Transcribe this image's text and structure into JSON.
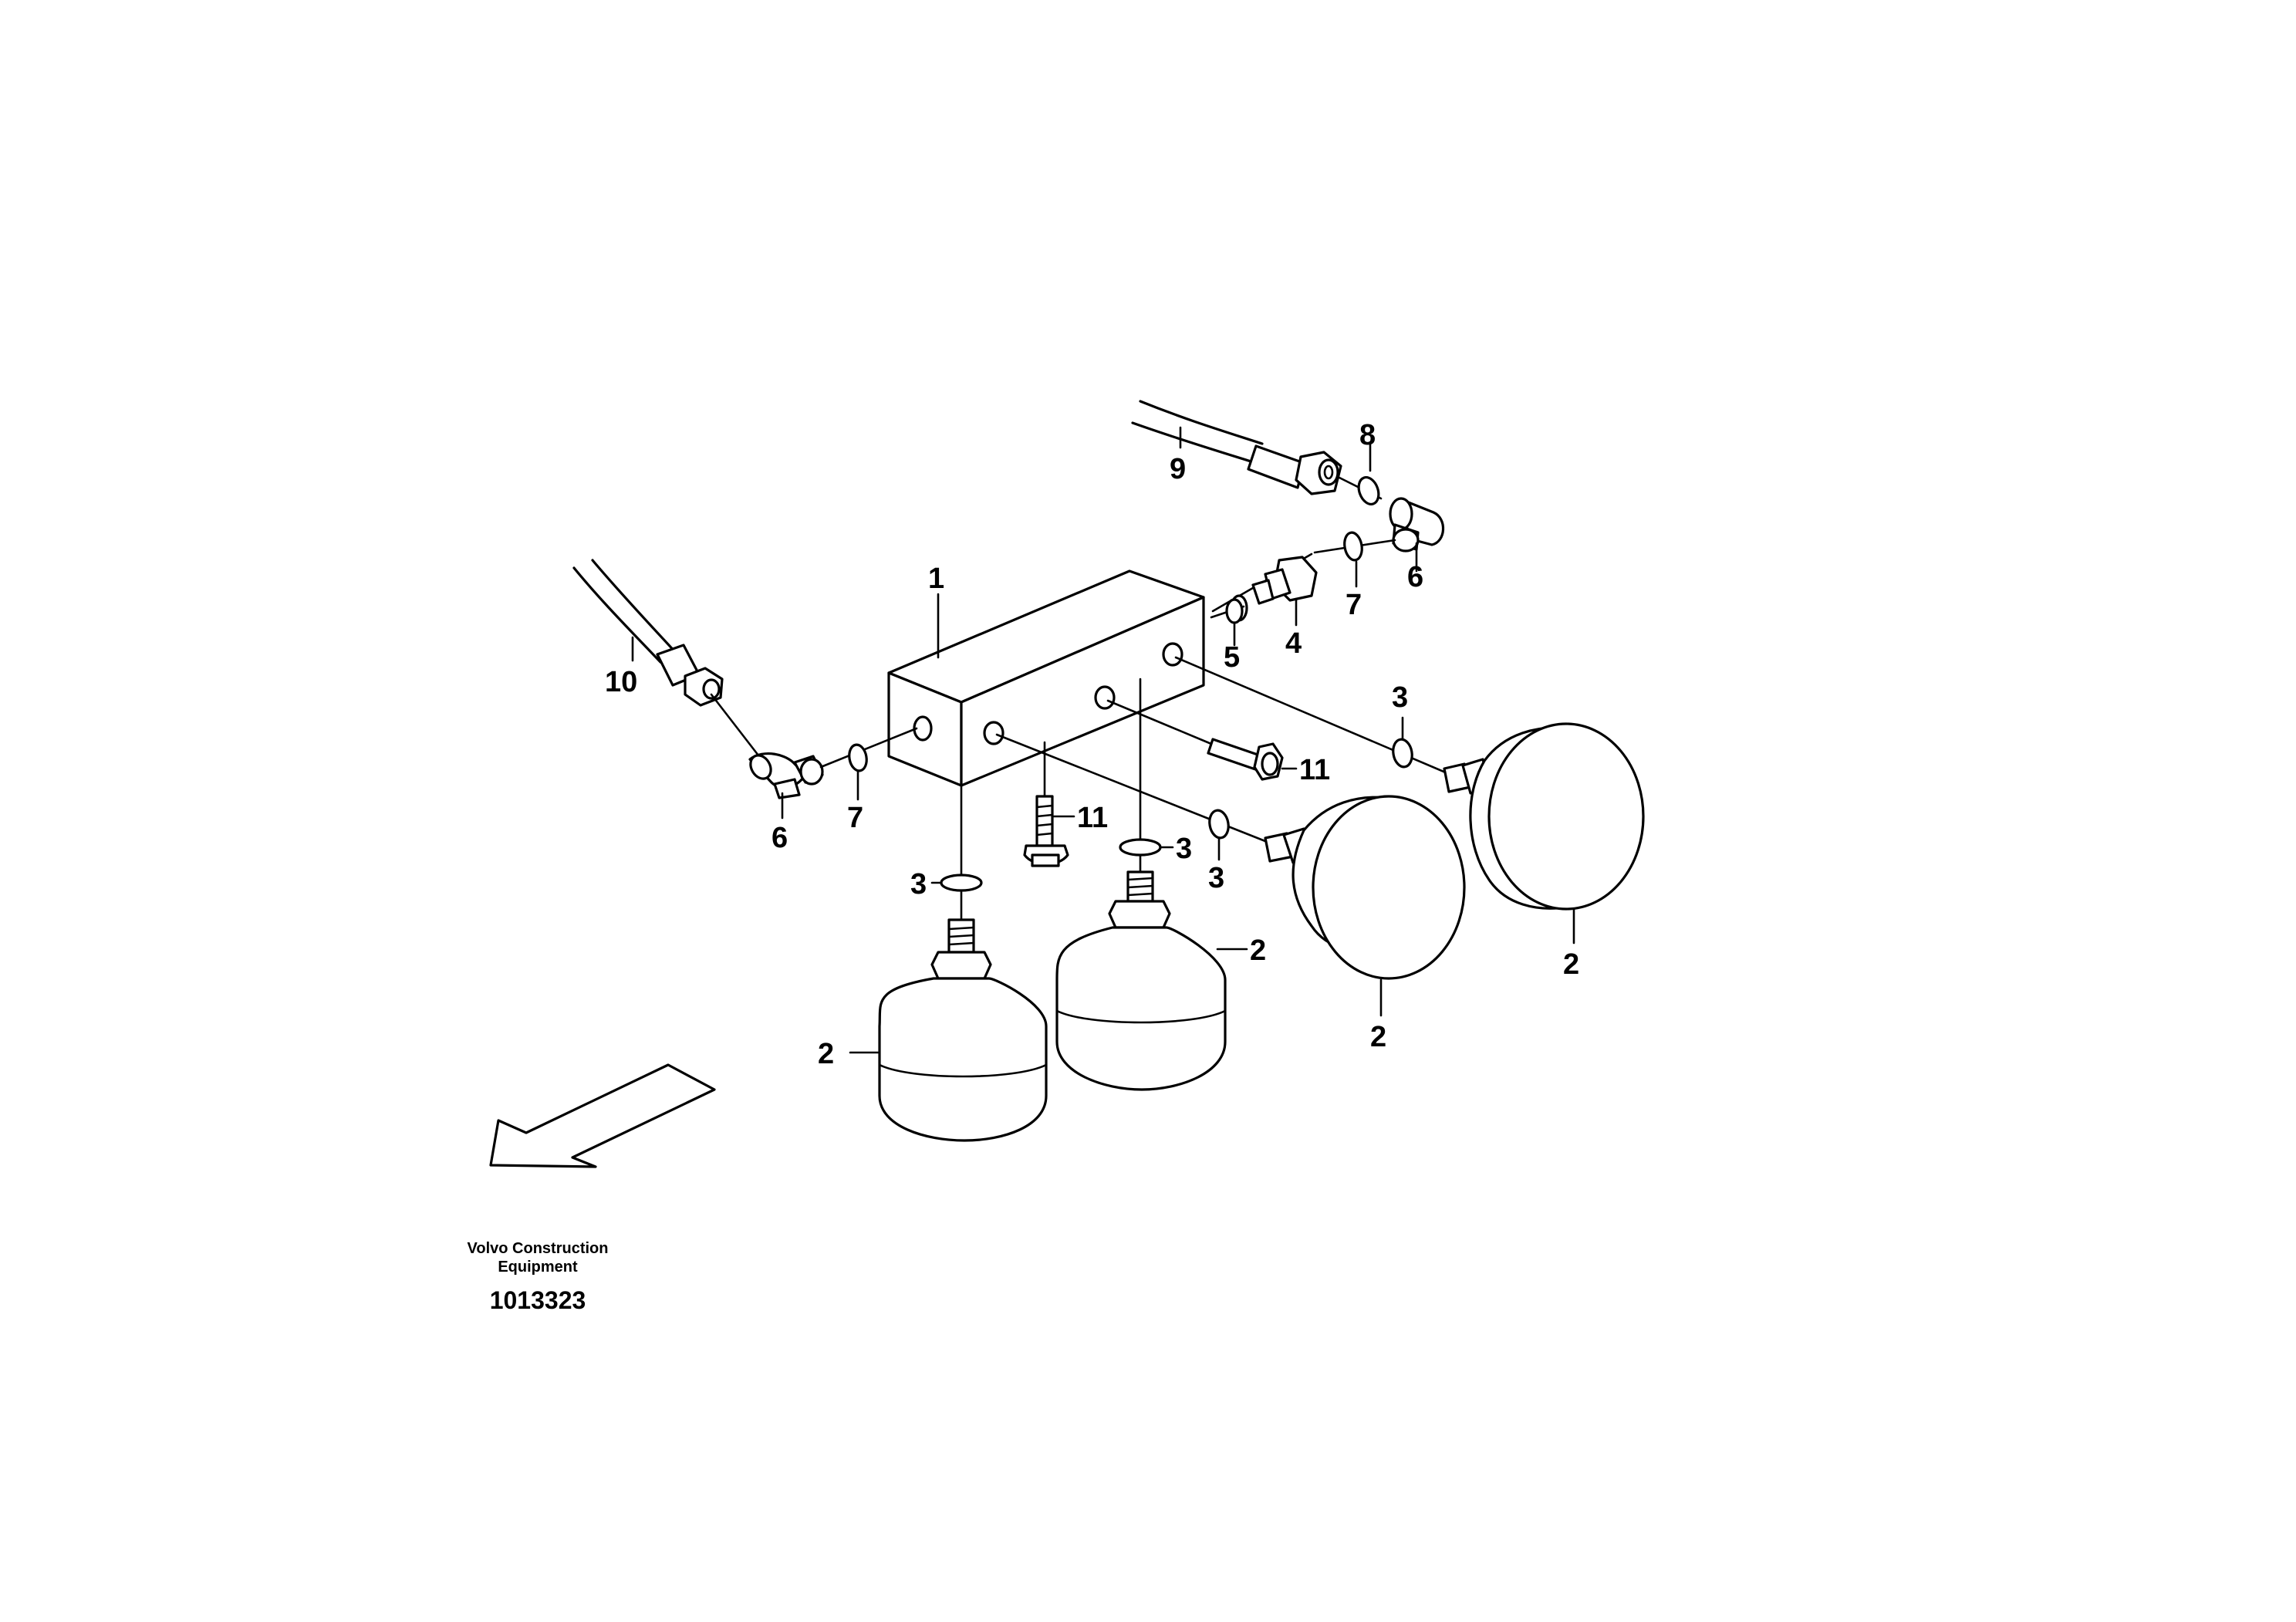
{
  "labels": {
    "block": "1",
    "accumulator": "2",
    "o_ring_3": "3",
    "nipple_4": "4",
    "seal_5": "5",
    "elbow_6": "6",
    "o_ring_7": "7",
    "o_ring_8": "8",
    "hose_9": "9",
    "hose_10": "10",
    "screw_11": "11"
  },
  "caption": {
    "company_line1": "Volvo Construction",
    "company_line2": "Equipment",
    "drawing_number": "1013323"
  },
  "icons": {
    "direction_arrow": "direction-arrow-icon"
  }
}
